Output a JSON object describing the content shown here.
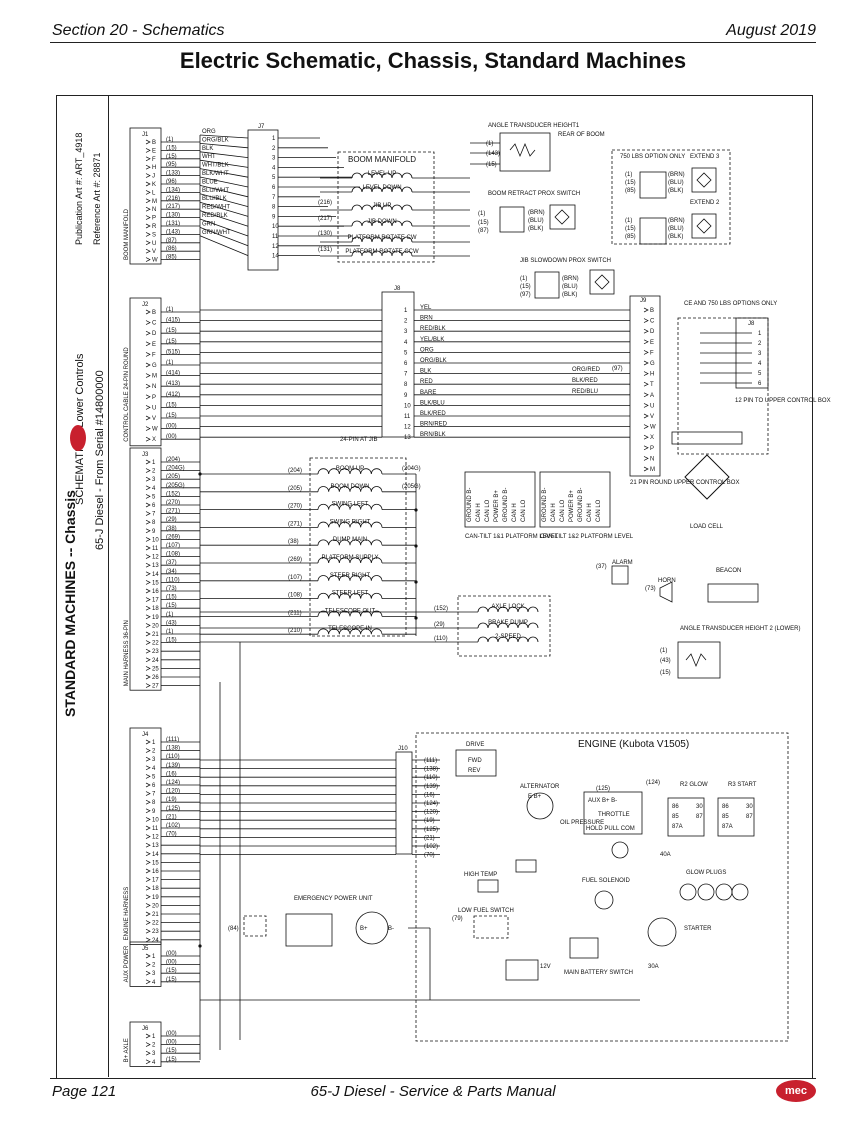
{
  "header": {
    "section": "Section 20 - Schematics",
    "date": "August 2019"
  },
  "title": "Electric Schematic, Chassis, Standard Machines",
  "sidebar": {
    "heading": "STANDARD MACHINES -- Chassis",
    "model_line": "65-J Diesel - From Serial #14800000",
    "schematic_line": "SCHEMATIC -- Lower Controls",
    "pub_art": "Publication Art #: ART_4918",
    "ref_art": "Reference Art #: 28871"
  },
  "footer": {
    "page": "Page 121",
    "manual": "65-J Diesel - Service & Parts Manual",
    "logo": "mec"
  },
  "connectors": [
    {
      "id": "J1",
      "harness": "BOOM MANIFOLD",
      "pins": [
        "B",
        "E",
        "F",
        "H",
        "J",
        "K",
        "L",
        "M",
        "N",
        "P",
        "R",
        "S",
        "U",
        "V",
        "W"
      ],
      "wires": [
        "(1)",
        "(15)",
        "(15)",
        "(95)",
        "(133)",
        "(96)",
        "(134)",
        "(216)",
        "(217)",
        "(130)",
        "(131)",
        "(143)",
        "(87)",
        "(86)",
        "(85)"
      ]
    },
    {
      "id": "J2",
      "harness": "CONTROL CABLE 24-PIN ROUND",
      "pins": [
        "B",
        "C",
        "D",
        "E",
        "F",
        "G",
        "M",
        "N",
        "P",
        "U",
        "V",
        "W",
        "X"
      ],
      "wires": [
        "(1)",
        "(415)",
        "(15)",
        "(15)",
        "(515)",
        "(1)",
        "(414)",
        "(413)",
        "(412)",
        "(15)",
        "(15)",
        "(00)",
        "(00)"
      ]
    },
    {
      "id": "J3",
      "harness": "MAIN HARNESS 36-PIN",
      "pins": [
        "1",
        "2",
        "3",
        "4",
        "5",
        "6",
        "7",
        "8",
        "9",
        "10",
        "11",
        "12",
        "13",
        "14",
        "15",
        "16",
        "17",
        "18",
        "19",
        "20",
        "21",
        "22",
        "23",
        "24",
        "25",
        "26",
        "27"
      ],
      "wires": [
        "(204)",
        "(204G)",
        "(205)",
        "(205G)",
        "(152)",
        "(270)",
        "(271)",
        "(29)",
        "(38)",
        "(269)",
        "(107)",
        "(108)",
        "(37)",
        "(34)",
        "(110)",
        "(73)",
        "(15)",
        "(15)",
        "(1)",
        "(43)",
        "(1)",
        "(15)",
        "",
        "",
        "",
        "",
        ""
      ]
    },
    {
      "id": "J4",
      "harness": "ENGINE HARNESS",
      "pins": [
        "1",
        "2",
        "3",
        "4",
        "5",
        "6",
        "7",
        "8",
        "9",
        "10",
        "11",
        "12",
        "13",
        "14",
        "15",
        "16",
        "17",
        "18",
        "19",
        "20",
        "21",
        "22",
        "23",
        "24"
      ],
      "wires": [
        "(111)",
        "(138)",
        "(110)",
        "(139)",
        "(16)",
        "(124)",
        "(120)",
        "(19)",
        "(125)",
        "(21)",
        "(102)",
        "(70)",
        "",
        "",
        "",
        "",
        "",
        "",
        "",
        "",
        "",
        "",
        "",
        ""
      ]
    },
    {
      "id": "J5",
      "harness": "AUX POWER",
      "pins": [
        "1",
        "2",
        "3",
        "4"
      ],
      "wires": [
        "(00)",
        "(00)",
        "(15)",
        "(15)"
      ]
    },
    {
      "id": "J6",
      "harness": "B+ AXLE",
      "pins": [
        "1",
        "2",
        "3",
        "4"
      ],
      "wires": [
        "(00)",
        "(00)",
        "(15)",
        "(15)"
      ]
    }
  ],
  "j7_wires": [
    {
      "color": "ORG",
      "n": "1"
    },
    {
      "color": "ORG/BLK",
      "n": "2"
    },
    {
      "color": "BLK",
      "n": "3"
    },
    {
      "color": "WHT",
      "n": "4"
    },
    {
      "color": "WHT/BLK",
      "n": "5"
    },
    {
      "color": "BLK/WHT",
      "n": "6"
    },
    {
      "color": "BLUE",
      "n": "7"
    },
    {
      "color": "BLU/WHT",
      "n": "8"
    },
    {
      "color": "BLU/BLK",
      "n": "9"
    },
    {
      "color": "RED/WHT",
      "n": "10"
    },
    {
      "color": "RED/BLK",
      "n": "11"
    },
    {
      "color": "GRN",
      "n": "12"
    },
    {
      "color": "GRN/WHT",
      "n": "14"
    }
  ],
  "j8_wires": [
    "YEL",
    "BRN",
    "RED/BLK",
    "YEL/BLK",
    "ORG",
    "ORG/BLK",
    "BLK",
    "RED",
    "BARE",
    "BLK/BLU",
    "BLK/RED",
    "BRN/RED",
    "BRN/BLK"
  ],
  "j9_pins": [
    "B",
    "C",
    "D",
    "E",
    "F",
    "G",
    "H",
    "T",
    "A",
    "U",
    "V",
    "W",
    "X",
    "P",
    "N",
    "M"
  ],
  "labels": {
    "j7": "J7",
    "j8": "J8",
    "j9": "J9",
    "j10": "J10",
    "j24pin": "24-PIN AT JIB",
    "boom_manifold": "BOOM MANIFOLD",
    "level_up": "LEVEL UP",
    "level_down": "LEVEL DOWN",
    "jib_up": "JIB UP",
    "jib_down": "JIB DOWN",
    "plat_cw": "PLATFORM ROTATE CW",
    "plat_ccw": "PLATFORM ROTATE CCW",
    "angle1": "ANGLE TRANSDUCER HEIGHT1",
    "rear_boom": "REAR OF BOOM",
    "retract": "BOOM RETRACT PROX SWITCH",
    "lbs750": "750 LBS OPTION ONLY",
    "ext3": "EXTEND 3",
    "ext2": "EXTEND 2",
    "jib_slow": "JIB SLOWDOWN PROX SWITCH",
    "ce750": "CE AND 750 LBS OPTIONS ONLY",
    "upper12": "12 PIN TO UPPER CONTROL BOX",
    "load_cell": "LOAD CELL",
    "round21": "21 PIN ROUND UPPER CONTROL BOX",
    "cantilt1": "CAN-TILT 1&1 PLATFORM LEVEL",
    "cantilt2": "CAN-TILT 1&2 PLATFORM LEVEL",
    "valves": [
      "BOOM UP",
      "BOOM DOWN",
      "SWING LEFT",
      "SWING RIGHT",
      "DUMP MAIN",
      "PLATFORM SUPPLY",
      "STEER RIGHT",
      "STEER LEFT",
      "TELESCOPE OUT",
      "TELESCOPE IN"
    ],
    "valve_wires": [
      "(204)",
      "(205)",
      "(270)",
      "(271)",
      "(38)",
      "(269)",
      "(107)",
      "(108)",
      "(211)",
      "(210)"
    ],
    "axle_lock": "AXLE LOCK",
    "brake_dump": "BRAKE DUMP",
    "speed2": "2-SPEED",
    "alarm": "ALARM",
    "horn": "HORN",
    "beacon": "BEACON",
    "angle2": "ANGLE TRANSDUCER HEIGHT 2 (LOWER)",
    "engine": "ENGINE (Kubota V1505)",
    "drive": "DRIVE",
    "fwd": "FWD",
    "rev": "REV",
    "alternator": "ALTERNATOR",
    "throttle": "THROTTLE",
    "hold_pull_com": "HOLD  PULL  COM",
    "aux_b": "AUX  B+  B-",
    "r2": "R2 GLOW",
    "r3": "R3 START",
    "glow_plugs": "GLOW PLUGS",
    "oil": "OIL PRESSURE",
    "high_temp": "HIGH TEMP",
    "low_fuel": "LOW FUEL SWITCH",
    "fuel_sol": "FUEL SOLENOID",
    "starter": "STARTER",
    "main_batt": "MAIN BATTERY SWITCH",
    "emergency": "EMERGENCY POWER UNIT",
    "fuse40": "40A",
    "fuse30": "30A",
    "v12": "12V"
  }
}
